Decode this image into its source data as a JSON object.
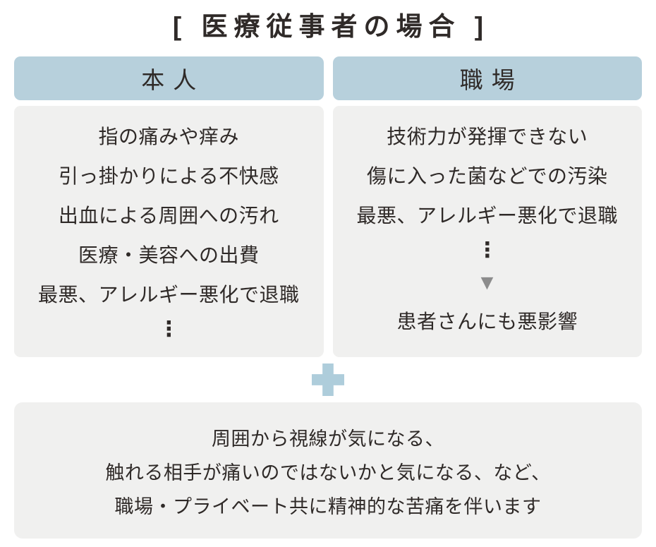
{
  "title": "[ 医療従事者の場合 ]",
  "colors": {
    "background": "#ffffff",
    "header_bg": "#b7d0dc",
    "box_bg": "#f0f0ef",
    "text": "#2f2a28",
    "plus": "#aecddb",
    "arrow": "#8c8c8c"
  },
  "columns": [
    {
      "header": "本人",
      "items": [
        "指の痛みや痒み",
        "引っ掛かりによる不快感",
        "出血による周囲への汚れ",
        "医療・美容への出費",
        "最悪、アレルギー悪化で退職"
      ],
      "ellipsis": "⋮"
    },
    {
      "header": "職場",
      "items": [
        "技術力が発揮できない",
        "傷に入った菌などでの汚染",
        "最悪、アレルギー悪化で退職"
      ],
      "ellipsis": "⋮",
      "arrow": "▼",
      "result": "患者さんにも悪影響"
    }
  ],
  "plus_icon": "plus-icon",
  "summary": {
    "lines": [
      "周囲から視線が気になる、",
      "触れる相手が痛いのではないかと気になる、など、",
      "職場・プライベート共に精神的な苦痛を伴います"
    ]
  }
}
